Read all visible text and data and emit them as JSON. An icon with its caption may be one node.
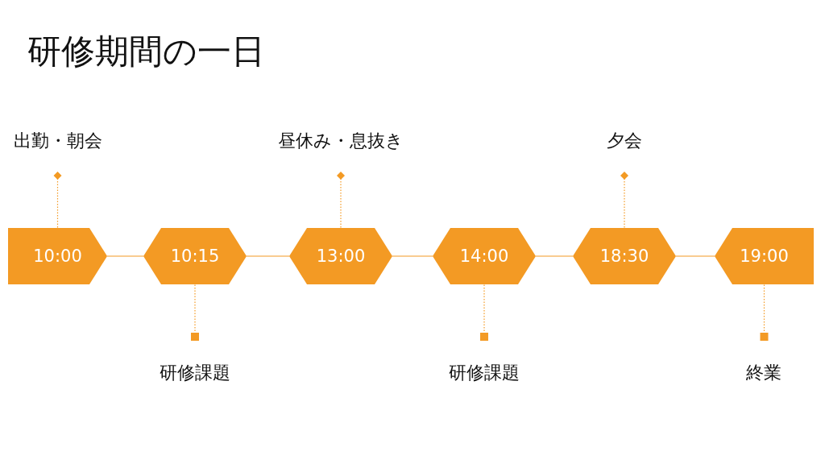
{
  "diagram": {
    "title": "研修期間の一日",
    "nodes": [
      {
        "text": [
          "10:00"
        ]
      },
      {
        "text": [
          "10:15"
        ]
      },
      {
        "text": [
          "13:00"
        ]
      },
      {
        "text": [
          "14:00"
        ]
      },
      {
        "text": [
          "18:30"
        ]
      },
      {
        "text": [
          "19:00"
        ]
      },
      {
        "text": [
          "出勤・朝会"
        ]
      },
      {
        "text": [
          "研修課題"
        ]
      },
      {
        "text": [
          "昼休み・息抜き"
        ]
      },
      {
        "text": [
          "研修課題"
        ]
      },
      {
        "text": [
          "夕会"
        ]
      },
      {
        "text": [
          "終業"
        ]
      }
    ],
    "edges": [
      {
        "from": 0,
        "to": 1,
        "arrow": "none"
      },
      {
        "from": 1,
        "to": 2,
        "arrow": "none"
      },
      {
        "from": 2,
        "to": 3,
        "arrow": "none"
      },
      {
        "from": 3,
        "to": 4,
        "arrow": "none"
      },
      {
        "from": 4,
        "to": 5,
        "arrow": "none"
      },
      {
        "from": 6,
        "to": 0,
        "arrow": "other",
        "style": "dashed"
      },
      {
        "from": 7,
        "to": 1,
        "arrow": "other",
        "style": "dashed"
      },
      {
        "from": 8,
        "to": 2,
        "arrow": "other",
        "style": "dashed"
      },
      {
        "from": 9,
        "to": 3,
        "arrow": "other",
        "style": "dashed"
      },
      {
        "from": 10,
        "to": 4,
        "arrow": "other",
        "style": "dashed"
      },
      {
        "from": 11,
        "to": 5,
        "arrow": "other",
        "style": "dashed"
      }
    ]
  }
}
